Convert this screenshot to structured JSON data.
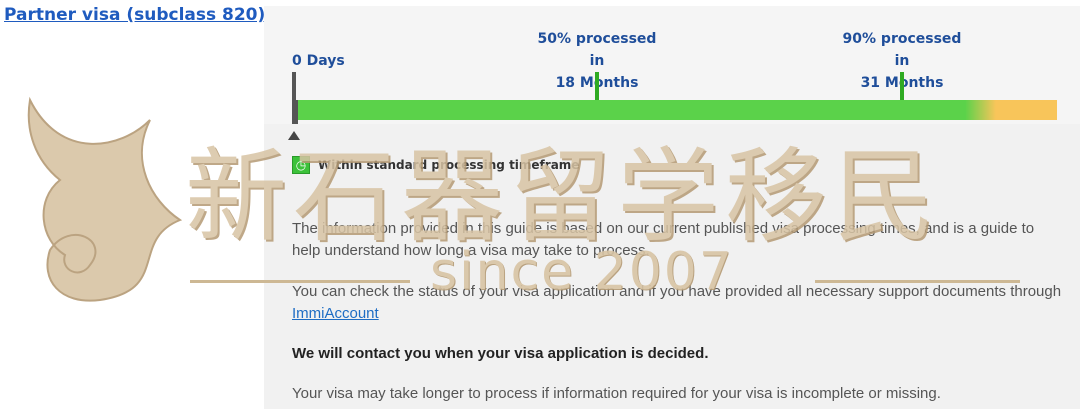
{
  "header": {
    "visa_link": "Partner visa (subclass 820)"
  },
  "timeline": {
    "start_label": "0 Days",
    "milestone_50_line1": "50% processed in",
    "milestone_50_line2": "18 Months",
    "milestone_90_line1": "90% processed in",
    "milestone_90_line2": "31 Months",
    "status_text": "Within standard processing timeframe",
    "colors": {
      "within": "#5bd24a",
      "beyond": "#f8c55a",
      "label": "#1f4e9a"
    }
  },
  "content": {
    "para1": "The information provided in this guide is based on our current published visa processing times, and is a guide to help understand how long a visa may take to process.",
    "para2_prefix": "You can check the status of your visa application and if you have provided all necessary support documents through ",
    "para2_link": "ImmiAccount",
    "para3": "We will contact you when your visa application is decided.",
    "para4": "Your visa may take longer to process if information required for your visa is incomplete or missing."
  },
  "watermark": {
    "chinese_text": "新石器留学移民",
    "since_text": "since 2007"
  }
}
